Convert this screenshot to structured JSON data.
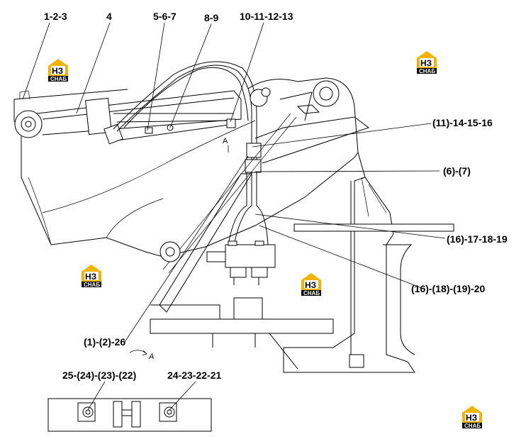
{
  "callouts": {
    "c1": "1-2-3",
    "c2": "4",
    "c3": "5-6-7",
    "c4": "8-9",
    "c5": "10-11-12-13",
    "c6": "(11)-14-15-16",
    "c7": "(6)-(7)",
    "c8": "(16)-17-18-19",
    "c9": "(16)-(18)-(19)-20",
    "c10": "(1)-(2)-26",
    "c11": "25-(24)-(23)-(22)",
    "c12": "24-23-22-21"
  },
  "view_marker": "A",
  "logo": {
    "mark": "НЗ",
    "caption": "СНАБ",
    "accent": "#f2b400"
  }
}
